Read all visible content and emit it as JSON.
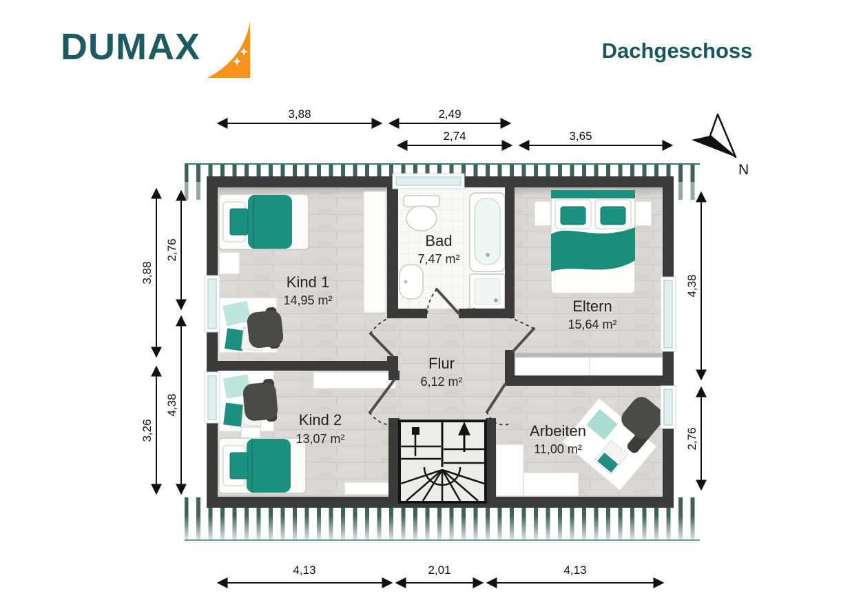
{
  "header": {
    "brand": "DUMAX",
    "title": "Dachgeschoss"
  },
  "north": {
    "label": "N"
  },
  "rooms": [
    {
      "name": "Kind 1",
      "area": "14,95 m²"
    },
    {
      "name": "Bad",
      "area": "7,47 m²"
    },
    {
      "name": "Eltern",
      "area": "15,64 m²"
    },
    {
      "name": "Flur",
      "area": "6,12 m²"
    },
    {
      "name": "Kind 2",
      "area": "13,07 m²"
    },
    {
      "name": "Arbeiten",
      "area": "11,00 m²"
    }
  ],
  "dimensions": {
    "top_row1": [
      "3,88",
      "2,49"
    ],
    "top_row2": [
      "2,74",
      "3,65"
    ],
    "bottom": [
      "4,13",
      "2,01",
      "4,13"
    ],
    "left_outer": [
      "3,88",
      "3,26"
    ],
    "left_inner": [
      "2,76",
      "4,38"
    ],
    "right": [
      "4,38",
      "2,76"
    ]
  },
  "colors": {
    "brand_teal": "#1d5a62",
    "brand_orange": "#f6921e",
    "accent_teal": "#1c917f",
    "wall": "#3a3a3a",
    "roof_hatch": "#3f6158"
  }
}
